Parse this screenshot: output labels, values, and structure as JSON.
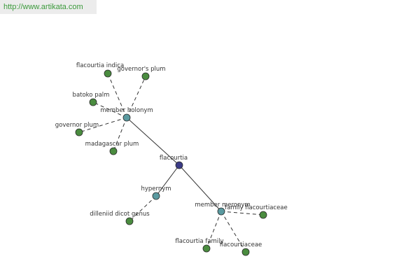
{
  "header": {
    "url": "http://www.artikata.com"
  },
  "colors": {
    "center_node": "#3b3b87",
    "relation_node": "#5a9aa0",
    "leaf_node": "#4a8c3f",
    "edge": "#333333",
    "url_text": "#3b9a3b"
  },
  "graph": {
    "center": {
      "id": "flacourtia",
      "label": "flacourtia"
    },
    "relations": [
      {
        "id": "member-holonym",
        "label": "member holonym"
      },
      {
        "id": "hypernym",
        "label": "hypernym"
      },
      {
        "id": "member-meronym",
        "label": "member meronym"
      }
    ],
    "leaves": [
      {
        "id": "flacourtia-indica",
        "label": "flacourtia indica",
        "parent": "member-holonym"
      },
      {
        "id": "governors-plum",
        "label": "governor's plum",
        "parent": "member-holonym"
      },
      {
        "id": "batoko-palm",
        "label": "batoko palm",
        "parent": "member-holonym"
      },
      {
        "id": "governor-plum",
        "label": "governor plum",
        "parent": "member-holonym"
      },
      {
        "id": "madagascar-plum",
        "label": "madagascar plum",
        "parent": "member-holonym"
      },
      {
        "id": "dilleniid-dicot-genus",
        "label": "dilleniid dicot genus",
        "parent": "hypernym"
      },
      {
        "id": "family-flacourtiaceae",
        "label": "family flacourtiaceae",
        "parent": "member-meronym"
      },
      {
        "id": "flacourtia-family",
        "label": "flacourtia family",
        "parent": "member-meronym"
      },
      {
        "id": "flacourtiaceae",
        "label": "flacourtiaceae",
        "parent": "member-meronym"
      }
    ]
  }
}
